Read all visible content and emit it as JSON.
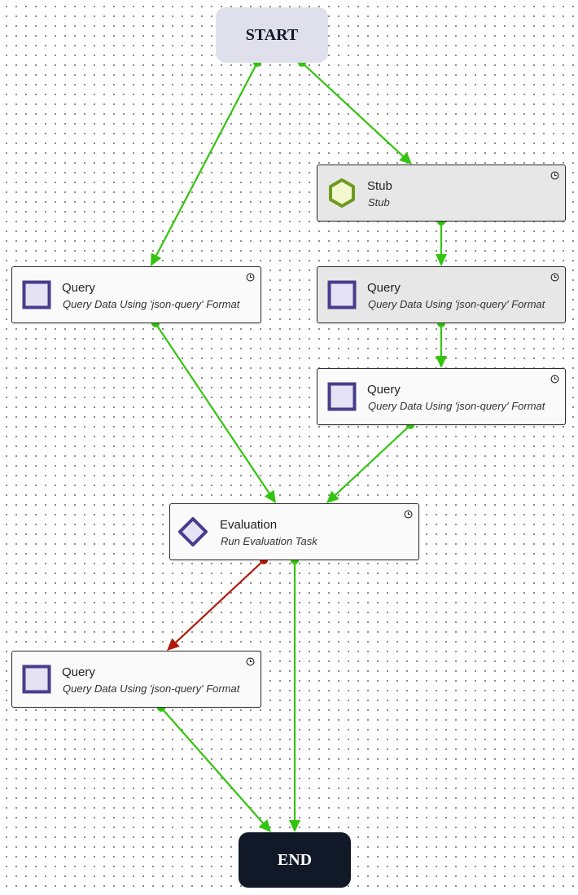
{
  "terminals": {
    "start_label": "START",
    "end_label": "END"
  },
  "nodes": [
    {
      "id": "stub",
      "title": "Stub",
      "subtitle": "Stub",
      "icon": "hexagon-icon"
    },
    {
      "id": "query_left",
      "title": "Query",
      "subtitle": "Query Data Using 'json-query' Format",
      "icon": "square-icon"
    },
    {
      "id": "query_right_1",
      "title": "Query",
      "subtitle": "Query Data Using 'json-query' Format",
      "icon": "square-icon"
    },
    {
      "id": "query_right_2",
      "title": "Query",
      "subtitle": "Query Data Using 'json-query' Format",
      "icon": "square-icon"
    },
    {
      "id": "evaluation",
      "title": "Evaluation",
      "subtitle": "Run Evaluation Task",
      "icon": "diamond-icon"
    },
    {
      "id": "query_bottom",
      "title": "Query",
      "subtitle": "Query Data Using 'json-query' Format",
      "icon": "square-icon"
    }
  ],
  "edges": [
    {
      "from": "start",
      "to": "query_left",
      "status": "success"
    },
    {
      "from": "start",
      "to": "stub",
      "status": "success"
    },
    {
      "from": "stub",
      "to": "query_right_1",
      "status": "success"
    },
    {
      "from": "query_right_1",
      "to": "query_right_2",
      "status": "success"
    },
    {
      "from": "query_left",
      "to": "evaluation",
      "status": "success"
    },
    {
      "from": "query_right_2",
      "to": "evaluation",
      "status": "success"
    },
    {
      "from": "evaluation",
      "to": "query_bottom",
      "status": "failure"
    },
    {
      "from": "evaluation",
      "to": "end",
      "status": "success"
    },
    {
      "from": "query_bottom",
      "to": "end",
      "status": "success"
    }
  ],
  "colors": {
    "success": "#33c40f",
    "failure": "#b01809",
    "start_bg": "#dfe0eb",
    "end_bg": "#111827",
    "icon_stroke": "#483d8b",
    "icon_fill": "#e4e2f4",
    "hex_stroke": "#6e9a1f",
    "hex_fill": "#f3f8cf"
  }
}
